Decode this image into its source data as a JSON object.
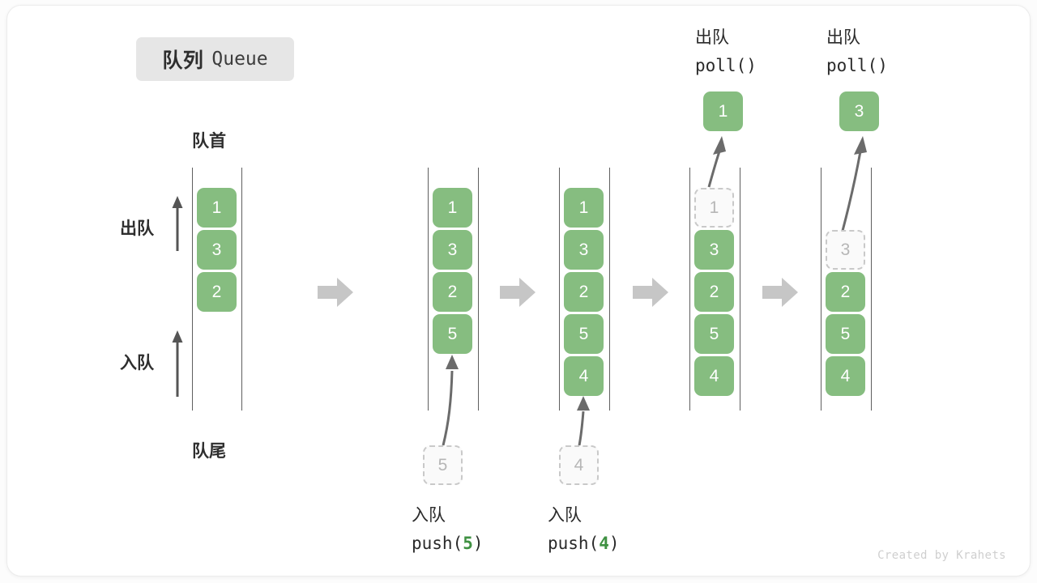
{
  "title": {
    "cn": "队列",
    "en": "Queue"
  },
  "labels": {
    "head": "队首",
    "tail": "队尾",
    "dequeue": "出队",
    "enqueue": "入队"
  },
  "watermark": "Created by Krahets",
  "colors": {
    "element": "#86bd80",
    "element_text": "#ffffff",
    "ghost_fill": "#fafafa",
    "ghost_border": "#c9c9c9",
    "ghost_text": "#b6b6b6",
    "rail": "#5f5f5f",
    "step_arrow": "#c6c6c6",
    "motion_arrow": "#6b6b6b",
    "accent_value": "#3f9142",
    "title_chip_bg": "#e6e6e6",
    "card_bg": "#ffffff",
    "page_bg": "#fcfcfc"
  },
  "side_arrows": [
    {
      "name": "dequeue",
      "label": "出队"
    },
    {
      "name": "enqueue",
      "label": "入队"
    }
  ],
  "step_arrows": [
    "step-arrow-1",
    "step-arrow-2",
    "step-arrow-3",
    "step-arrow-4"
  ],
  "columns": [
    {
      "id": "initial",
      "caption_cn": "",
      "caption_code": "",
      "caption_value": "",
      "top_label_cn": "",
      "top_label_code": "",
      "items": [
        "1",
        "3",
        "2"
      ],
      "ghost_slot": null,
      "ghost_value": "",
      "incoming_value": "",
      "popped_value": ""
    },
    {
      "id": "after-push-5",
      "caption_cn": "入队",
      "caption_code": "push(",
      "caption_value": "5",
      "caption_code_end": ")",
      "top_label_cn": "",
      "top_label_code": "",
      "items": [
        "1",
        "3",
        "2",
        "5"
      ],
      "ghost_slot": null,
      "ghost_value": "",
      "incoming_value": "5",
      "popped_value": ""
    },
    {
      "id": "after-push-4",
      "caption_cn": "入队",
      "caption_code": "push(",
      "caption_value": "4",
      "caption_code_end": ")",
      "top_label_cn": "",
      "top_label_code": "",
      "items": [
        "1",
        "3",
        "2",
        "5",
        "4"
      ],
      "ghost_slot": null,
      "ghost_value": "",
      "incoming_value": "4",
      "popped_value": ""
    },
    {
      "id": "after-poll-1",
      "caption_cn": "",
      "caption_code": "",
      "caption_value": "",
      "top_label_cn": "出队",
      "top_label_code": "poll()",
      "items": [
        "3",
        "2",
        "5",
        "4"
      ],
      "ghost_slot": 0,
      "ghost_value": "1",
      "incoming_value": "",
      "popped_value": "1"
    },
    {
      "id": "after-poll-3",
      "caption_cn": "",
      "caption_code": "",
      "caption_value": "",
      "top_label_cn": "出队",
      "top_label_code": "poll()",
      "items": [
        "2",
        "5",
        "4"
      ],
      "ghost_slot": 1,
      "ghost_value": "3",
      "incoming_value": "",
      "popped_value": "3"
    }
  ]
}
